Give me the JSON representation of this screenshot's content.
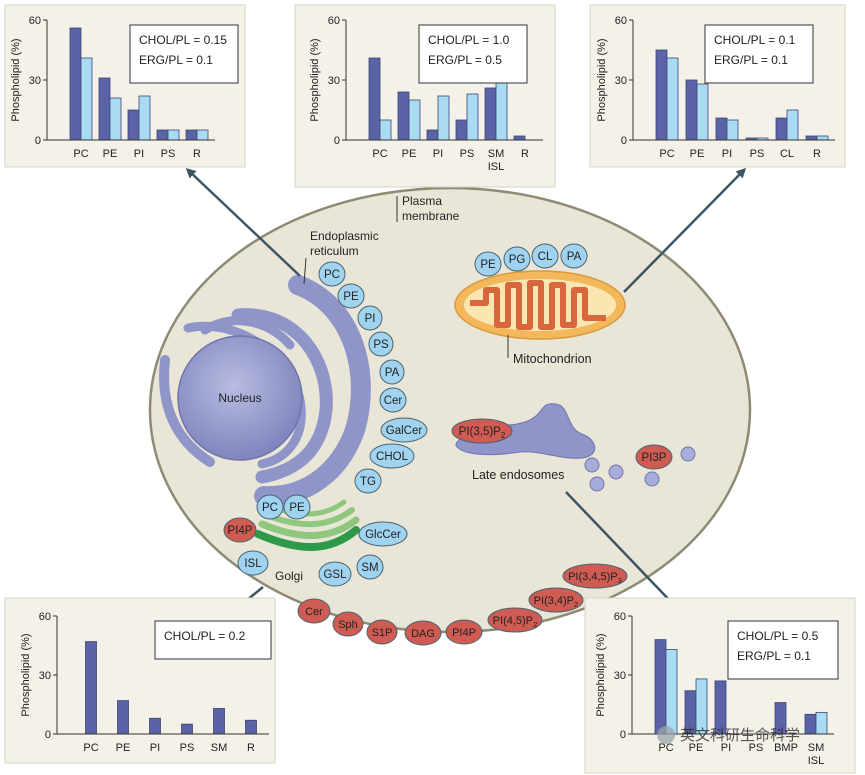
{
  "colors": {
    "cell_fill": "#e9e6d8",
    "cell_stroke": "#8e8a74",
    "nucleus": "#8d92c4",
    "er": "#8f95c9",
    "blue_badge": "#9fd3ef",
    "red_badge": "#cf5b53",
    "dark_bar": "#5963a6",
    "light_bar": "#a9dcf3",
    "panel_bg": "#f3f1e8",
    "mito_outer": "#f3b85b",
    "mito_inner": "#fbe6b2",
    "mito_crista": "#d9673e",
    "golgi_green": "#8ec77d",
    "golgi_dark": "#2e9a49",
    "arrow": "#3e5663"
  },
  "labels": {
    "nucleus": "Nucleus",
    "er": [
      "Endoplasmic",
      "reticulum"
    ],
    "plasma_membrane": [
      "Plasma",
      "membrane"
    ],
    "mitochondrion": "Mitochondrion",
    "late_endosomes": "Late endosomes",
    "golgi": "Golgi",
    "watermark": "英文科研生命科学"
  },
  "er_badges": [
    "PC",
    "PE",
    "PI",
    "PS",
    "PA",
    "Cer",
    "GalCer",
    "CHOL",
    "TG"
  ],
  "mito_badges": [
    "PE",
    "PG",
    "CL",
    "PA"
  ],
  "golgi_badges": {
    "top": [
      "PC",
      "PE"
    ],
    "left": "PI4P",
    "glccer": "GlcCer",
    "isl": "ISL",
    "gsl": "GSL",
    "sm": "SM"
  },
  "endosome_badges": {
    "pi35p2": "PI(3,5)P",
    "pi35p2_sub": "2",
    "pi3p": "PI3P"
  },
  "membrane_badges": [
    {
      "text": "Cer",
      "sub": ""
    },
    {
      "text": "Sph",
      "sub": ""
    },
    {
      "text": "S1P",
      "sub": ""
    },
    {
      "text": "DAG",
      "sub": ""
    },
    {
      "text": "PI4P",
      "sub": ""
    },
    {
      "text": "PI(4,5)P",
      "sub": "2"
    },
    {
      "text": "PI(3,4)P",
      "sub": "2"
    },
    {
      "text": "PI(3,4,5)P",
      "sub": "3"
    }
  ],
  "chart_data": [
    {
      "type": "bar",
      "ylabel": "Phospholipid (%)",
      "ylim": [
        0,
        60
      ],
      "yticks": [
        "0",
        "30",
        "60"
      ],
      "categories": [
        "PC",
        "PE",
        "PI",
        "PS",
        "R"
      ],
      "series": [
        {
          "values": [
            56,
            31,
            15,
            5,
            5
          ]
        },
        {
          "values": [
            41,
            21,
            22,
            5,
            5
          ]
        }
      ],
      "legend": [
        "CHOL/PL = 0.15",
        "ERG/PL = 0.1"
      ]
    },
    {
      "type": "bar",
      "ylabel": "Phospholipid (%)",
      "ylim": [
        0,
        60
      ],
      "yticks": [
        "0",
        "30",
        "60"
      ],
      "categories": [
        "PC",
        "PE",
        "PI",
        "PS",
        "SM\nISL",
        "R"
      ],
      "series": [
        {
          "values": [
            41,
            24,
            5,
            10,
            26,
            2
          ]
        },
        {
          "values": [
            10,
            20,
            22,
            23,
            33,
            null
          ]
        }
      ],
      "legend": [
        "CHOL/PL = 1.0",
        "ERG/PL = 0.5"
      ]
    },
    {
      "type": "bar",
      "ylabel": "Phospholipid (%)",
      "ylim": [
        0,
        60
      ],
      "yticks": [
        "0",
        "30",
        "60"
      ],
      "categories": [
        "PC",
        "PE",
        "PI",
        "PS",
        "CL",
        "R"
      ],
      "series": [
        {
          "values": [
            45,
            30,
            11,
            1,
            11,
            2
          ]
        },
        {
          "values": [
            41,
            28,
            10,
            1,
            15,
            2
          ]
        }
      ],
      "legend": [
        "CHOL/PL = 0.1",
        "ERG/PL = 0.1"
      ]
    },
    {
      "type": "bar",
      "ylabel": "Phospholipid (%)",
      "ylim": [
        0,
        60
      ],
      "yticks": [
        "0",
        "30",
        "60"
      ],
      "categories": [
        "PC",
        "PE",
        "PI",
        "PS",
        "SM",
        "R"
      ],
      "series": [
        {
          "values": [
            47,
            17,
            8,
            5,
            13,
            7
          ]
        }
      ],
      "legend": [
        "CHOL/PL = 0.2"
      ]
    },
    {
      "type": "bar",
      "ylabel": "Phospholipid (%)",
      "ylim": [
        0,
        60
      ],
      "yticks": [
        "0",
        "30",
        "60"
      ],
      "categories": [
        "PC",
        "PE",
        "PI",
        "PS",
        "BMP",
        "SM\nISL"
      ],
      "series": [
        {
          "values": [
            48,
            22,
            27,
            null,
            16,
            10
          ]
        },
        {
          "values": [
            43,
            28,
            null,
            null,
            null,
            11
          ]
        }
      ],
      "legend": [
        "CHOL/PL = 0.5",
        "ERG/PL = 0.1"
      ]
    }
  ]
}
